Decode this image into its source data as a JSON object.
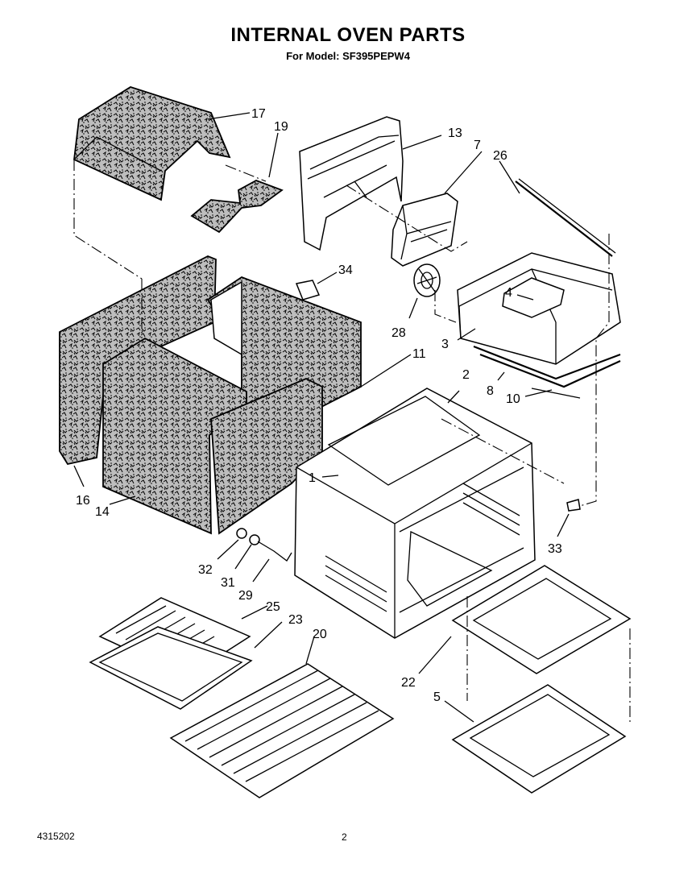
{
  "header": {
    "title": "INTERNAL OVEN PARTS",
    "subtitle": "For Model: SF395PEPW4"
  },
  "footer": {
    "doc_number": "4315202",
    "page_number": "2"
  },
  "callouts": {
    "c17": "17",
    "c19": "19",
    "c13": "13",
    "c7": "7",
    "c26": "26",
    "c34": "34",
    "c4": "4",
    "c28": "28",
    "c3": "3",
    "c11": "11",
    "c2": "2",
    "c8": "8",
    "c10": "10",
    "c1": "1",
    "c16": "16",
    "c14": "14",
    "c33": "33",
    "c32": "32",
    "c31": "31",
    "c29": "29",
    "c25": "25",
    "c23": "23",
    "c20": "20",
    "c22": "22",
    "c5": "5"
  }
}
